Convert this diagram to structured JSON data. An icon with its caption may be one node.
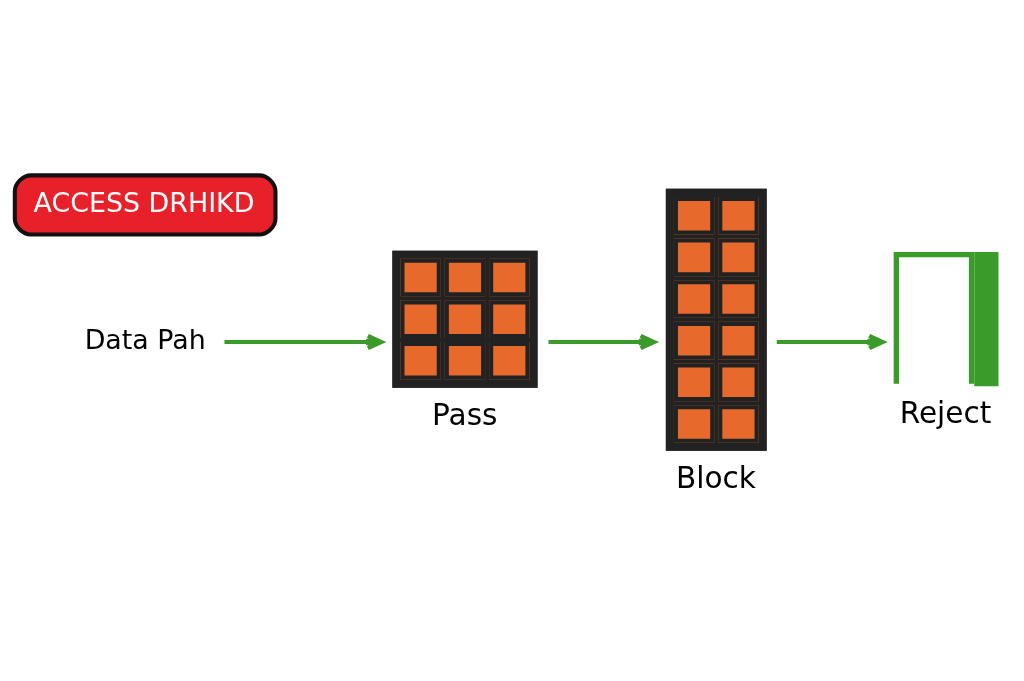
{
  "diagram": {
    "nodes": [
      {
        "text": [
          "Data Pah"
        ]
      },
      {
        "text": [],
        "shape": "picture",
        "beside": [
          "Pass"
        ]
      },
      {
        "text": [],
        "shape": "picture",
        "beside": [
          "Block"
        ]
      },
      {
        "text": [
          "ACCESS DRHIKD"
        ]
      },
      {
        "text": [],
        "shape": "picture",
        "beside": [
          "Reject"
        ]
      }
    ],
    "edges": [
      {
        "from": 0,
        "to": 1,
        "arrow": "to"
      },
      {
        "from": 1,
        "to": 2,
        "arrow": "to"
      },
      {
        "from": 2,
        "to": 4,
        "arrow": "to"
      }
    ]
  }
}
